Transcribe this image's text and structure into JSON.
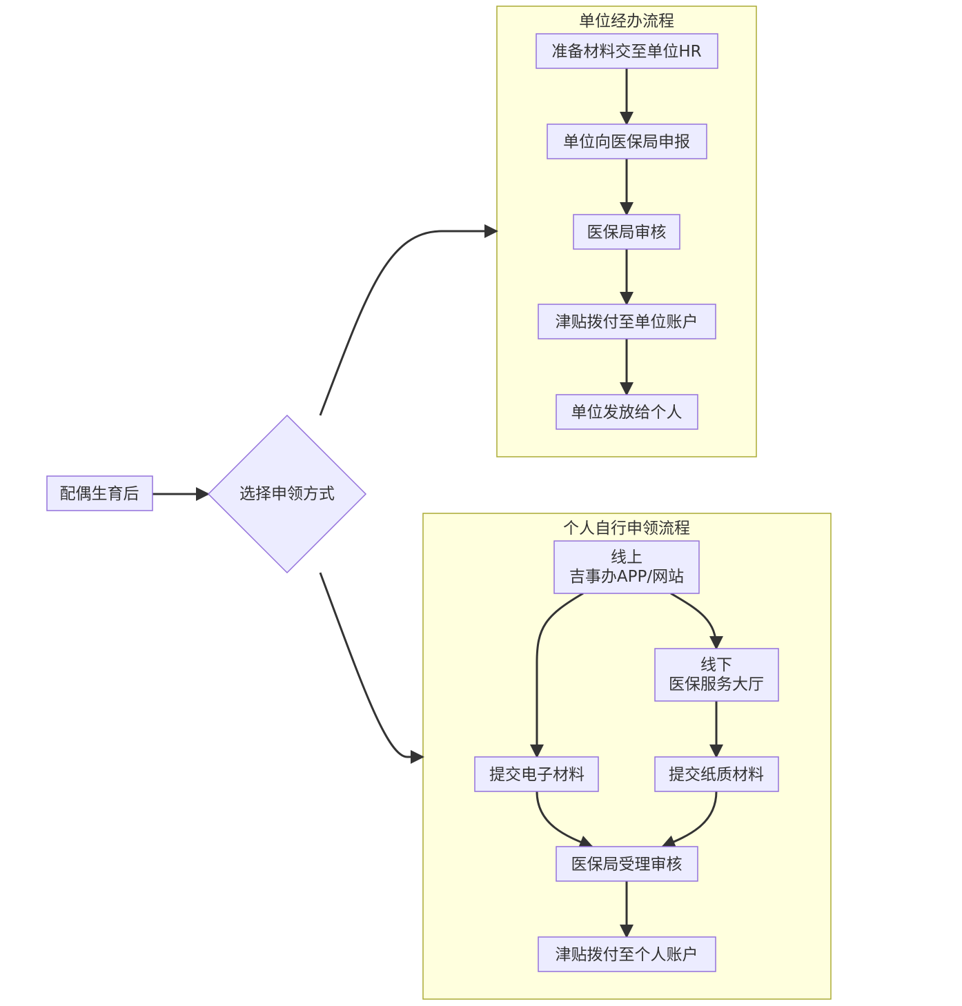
{
  "clusters": {
    "unit": {
      "title": "单位经办流程"
    },
    "personal": {
      "title": "个人自行申领流程"
    }
  },
  "nodes": {
    "start": "配偶生育后",
    "choose": "选择申领方式",
    "u1": "准备材料交至单位HR",
    "u2": "单位向医保局申报",
    "u3": "医保局审核",
    "u4": "津贴拨付至单位账户",
    "u5": "单位发放给个人",
    "online_l1": "线上",
    "online_l2": "吉事办APP/网站",
    "offline_l1": "线下",
    "offline_l2": "医保服务大厅",
    "p_elec": "提交电子材料",
    "p_paper": "提交纸质材料",
    "p_review": "医保局受理审核",
    "p_pay": "津贴拨付至个人账户"
  }
}
